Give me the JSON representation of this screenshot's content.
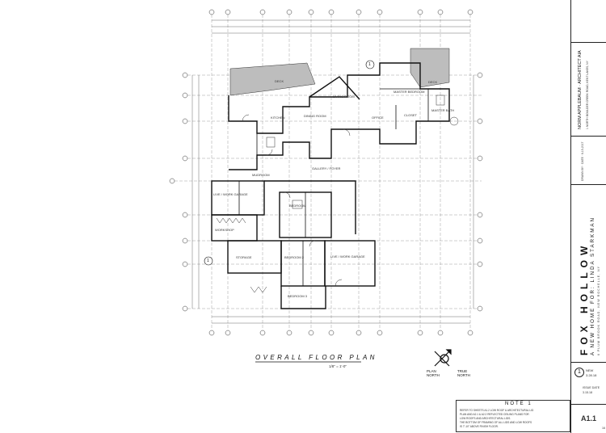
{
  "plan": {
    "title": "OVERALL FLOOR PLAN",
    "scale": "1/8\" = 1'-0\"",
    "north_plan_label": "PLAN NORTH",
    "north_true_label": "TRUE NORTH",
    "section_marker": "1"
  },
  "rooms": [
    {
      "label": "DECK"
    },
    {
      "label": "LIVING ROOM"
    },
    {
      "label": "MASTER BEDROOM"
    },
    {
      "label": "DECK"
    },
    {
      "label": "DINING ROOM"
    },
    {
      "label": "KITCHEN"
    },
    {
      "label": "OFFICE"
    },
    {
      "label": "MASTER BATH"
    },
    {
      "label": "CLOSET"
    },
    {
      "label": "LIVE / WORK GARAGE"
    },
    {
      "label": "BEDROOM"
    },
    {
      "label": "BEDROOM 2"
    },
    {
      "label": "BEDROOM 3"
    },
    {
      "label": "STORAGE"
    },
    {
      "label": "LIVE / WORK GARAGE"
    },
    {
      "label": "WORKSHOP"
    },
    {
      "label": "MUDROOM"
    },
    {
      "label": "GALLERY / FOYER"
    }
  ],
  "note": {
    "title": "NOTE 1",
    "lines": [
      "REFER TO SHEETS A1.2 LOW ROOF & ARCHITECTURAL LID",
      "PLAN AND A2.1 & A2.2 REFLECTED CEILING PLANS FOR",
      "LOW ROOFS AND ARCHITECTURAL LIDS.",
      "THE BOTTOM OF FRAMING OF ALL LIDS AND LOW ROOFS",
      "IS 7'-10\" ABOVE FINISH FLOOR."
    ]
  },
  "title_block": {
    "architect": "NORM APPLEBAUM · ARCHITECT AIA",
    "architect_address": "1 NORTH BOULDER CREEK ROAD, KENT LAKES, NY",
    "date_block": "DRAWN BY  ·  DATE  ·  6-15-2017",
    "project_name": "FOX HOLLOW",
    "project_subtitle": "A NEW HOME FOR: LINDA STARKMAN",
    "project_address": "6 PLUM BROOK ROAD, NEW ROCHELLE, NY",
    "issue_mark": "1",
    "issue_label": "NEW",
    "issue_date": "3.28.18",
    "issue_date_label": "ISSUE DATE",
    "issue_date_value": "3.15.18",
    "sheet_number": "A1.1",
    "page_total": "16"
  },
  "colors": {
    "line": "#1a1a1a",
    "deck_fill": "#bdbdbd",
    "grid": "#555555"
  }
}
